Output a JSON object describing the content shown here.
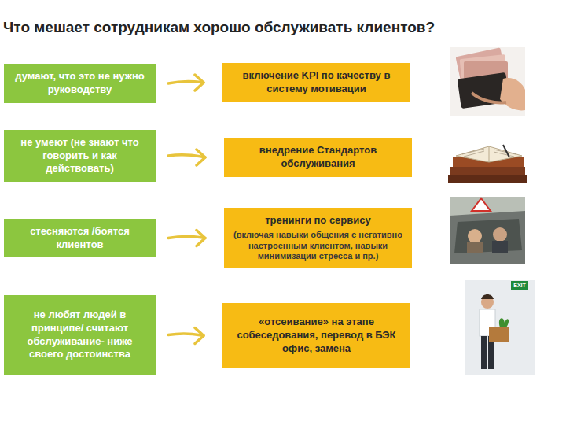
{
  "diagram": {
    "title": "Что мешает сотрудникам хорошо обслуживать клиентов?",
    "nodes": [
      {
        "text": [
          "думают, что это не нужно руководству"
        ]
      },
      {
        "text": [
          "включение KPI по качеству в систему мотивации"
        ]
      },
      {
        "text": [
          "не умеют (не знают что говорить и как действовать)"
        ]
      },
      {
        "text": [
          "внедрение Стандартов обслуживания"
        ]
      },
      {
        "text": [
          "стесняются /боятся клиентов"
        ]
      },
      {
        "text": [
          "тренинги по сервису",
          "(включая навыки общения с негативно настроенным клиентом, навыки минимизации стресса и пр.)"
        ]
      },
      {
        "text": [
          "не любят людей в принципе/ считают обслуживание- ниже своего достоинства"
        ]
      },
      {
        "text": [
          "«отсеивание» на этапе собеседования, перевод в БЭК офис, замена"
        ]
      }
    ],
    "edges": [
      {
        "from": 0,
        "to": 1,
        "arrow": "to"
      },
      {
        "from": 2,
        "to": 3,
        "arrow": "to"
      },
      {
        "from": 4,
        "to": 5,
        "arrow": "to"
      },
      {
        "from": 6,
        "to": 7,
        "arrow": "to"
      }
    ],
    "labels": [
      "EXIT"
    ]
  }
}
